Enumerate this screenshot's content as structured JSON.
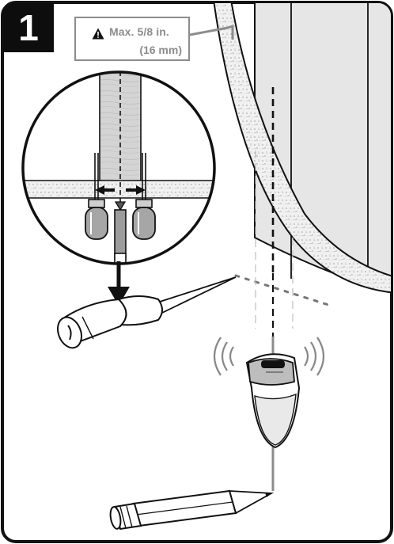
{
  "step": {
    "number": "1"
  },
  "callout": {
    "icon": "warning-triangle-icon",
    "line1": "Max. 5/8 in.",
    "line2": "(16 mm)"
  },
  "colors": {
    "frame": "#111111",
    "badge": "#0d0d0d",
    "callout_text": "#8c8c8c",
    "stud": "#d6d6d6",
    "drywall": "#efefef",
    "tool_shading": "#a6a6a6"
  }
}
